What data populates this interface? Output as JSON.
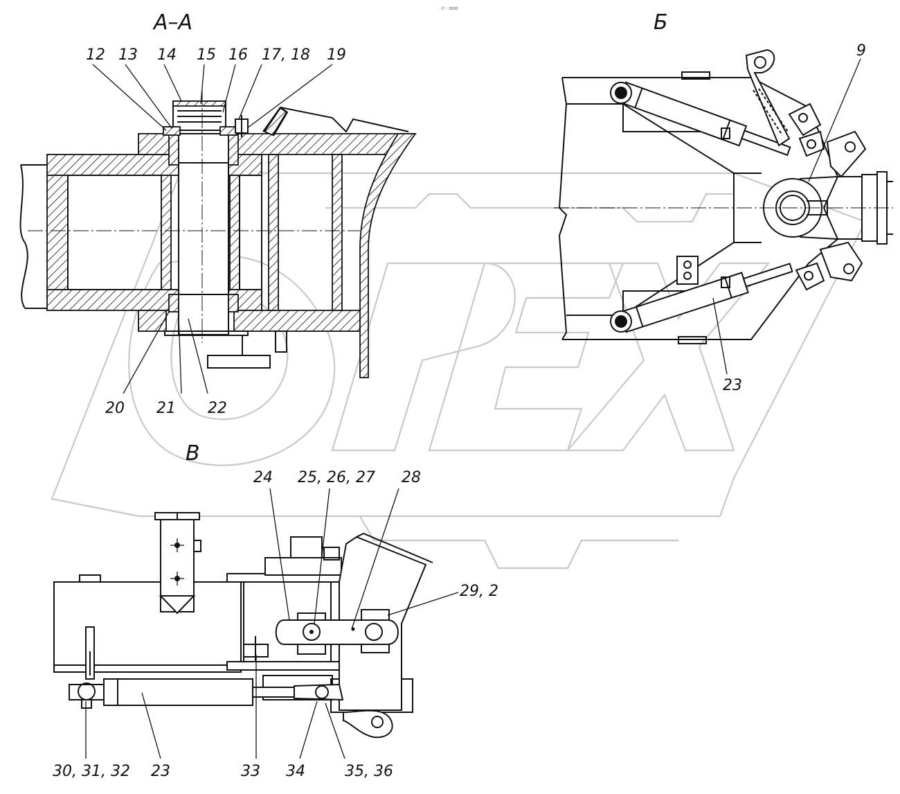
{
  "watermark": {
    "text": "OPEX",
    "color": "#c9c9c9"
  },
  "header_mark": "с·· ооо",
  "views": {
    "section_aa": {
      "title": "А–А",
      "labels": [
        "12",
        "13",
        "14",
        "15",
        "16",
        "17, 18",
        "19",
        "20",
        "21",
        "22"
      ]
    },
    "view_b": {
      "title": "Б",
      "labels": [
        "9",
        "23"
      ]
    },
    "view_v": {
      "title": "В",
      "labels": [
        "24",
        "25, 26, 27",
        "28",
        "29, 2",
        "30, 31, 32",
        "23",
        "33",
        "34",
        "35, 36"
      ]
    }
  }
}
